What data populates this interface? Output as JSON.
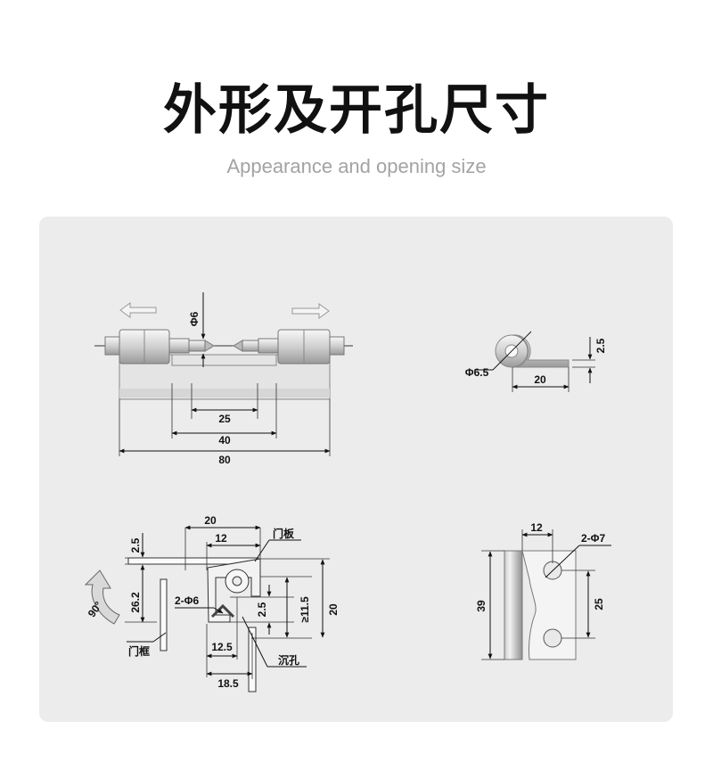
{
  "header": {
    "title": "外形及开孔尺寸",
    "subtitle": "Appearance and opening size"
  },
  "front_view": {
    "pin_diameter": "Φ6",
    "dim_25": "25",
    "dim_40": "40",
    "dim_80": "80"
  },
  "side_view": {
    "hole_diameter": "Φ6.5",
    "dim_20": "20",
    "thickness": "2.5"
  },
  "install_view": {
    "dim_20": "20",
    "dim_12": "12",
    "dim_2_5_top": "2.5",
    "door_panel": "门板",
    "dim_26_2": "26.2",
    "holes": "2-Φ6",
    "dim_2_5": "2.5",
    "dim_11_5": "≥11.5",
    "dim_20_right": "20",
    "angle": "90°",
    "door_frame": "门框",
    "dim_12_5": "12.5",
    "countersink": "沉孔",
    "dim_18_5": "18.5"
  },
  "leaf_view": {
    "dim_12": "12",
    "holes": "2-Φ7",
    "dim_39": "39",
    "dim_25": "25"
  }
}
